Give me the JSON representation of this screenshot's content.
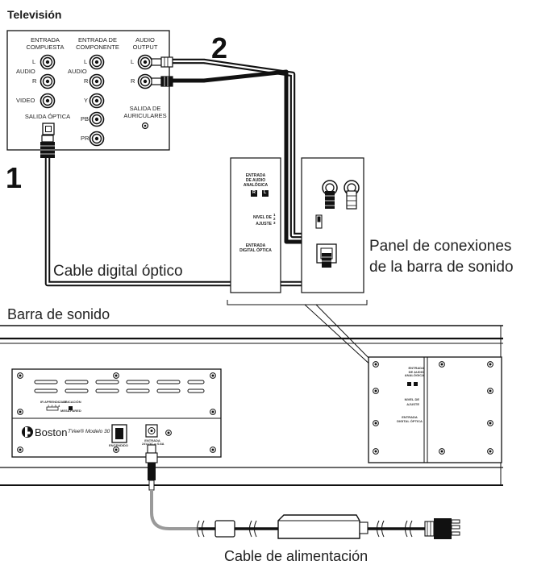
{
  "title": "Televisión",
  "tv": {
    "entrada_compuesta": [
      "ENTRADA",
      "COMPUESTA"
    ],
    "entrada_componente": [
      "ENTRADA DE",
      "COMPONENTE"
    ],
    "audio_output": [
      "AUDIO",
      "OUTPUT"
    ],
    "audio1": "AUDIO",
    "audio2": "AUDIO",
    "L": "L",
    "R": "R",
    "video": "VIDEO",
    "Y": "Y",
    "Pb": "PB",
    "Pr": "PR",
    "salida_optica": "SALIDA ÓPTICA",
    "salida_auriculares": [
      "SALIDA DE",
      "AURICULARES"
    ]
  },
  "steps": {
    "one": "1",
    "two": "2"
  },
  "panel": {
    "entrada_audio": [
      "ENTRADA",
      "DE AUDIO",
      "ANALÓGICA"
    ],
    "R": "R",
    "L": "L",
    "nivel": [
      "NIVEL DE",
      "AJUSTE"
    ],
    "nivel_nums": [
      "1",
      "2",
      "3"
    ],
    "entrada_digital": [
      "ENTRADA",
      "DIGITAL ÓPTICA"
    ]
  },
  "labels": {
    "panel_conexiones": [
      "Panel de conexiones",
      "de la barra de sonido"
    ],
    "cable_optico": "Cable digital óptico",
    "barra": "Barra de sonido",
    "cable_alimentacion": "Cable de alimentación"
  },
  "soundbar": {
    "brand": "Boston",
    "model": "TVee® Modelo 30",
    "encendido": "ENCENDIDO",
    "entrada_power": [
      "ENTRADA",
      "24V DC ═ 0.8A"
    ],
    "ir_aprendizaje": "IR APRENDIZAJE",
    "ir_nums": "1 2 3 4",
    "ubicacion": "UBICACIÓN",
    "mesa": "MESA",
    "pared": "PARED",
    "mini_entrada_audio": [
      "ENTRADA",
      "DE AUDIO",
      "ANALÓGICA"
    ],
    "mini_nivel": [
      "NIVEL DE",
      "AJUSTE"
    ],
    "mini_entrada_digital": [
      "ENTRADA",
      "DIGITAL ÓPTICA"
    ]
  }
}
